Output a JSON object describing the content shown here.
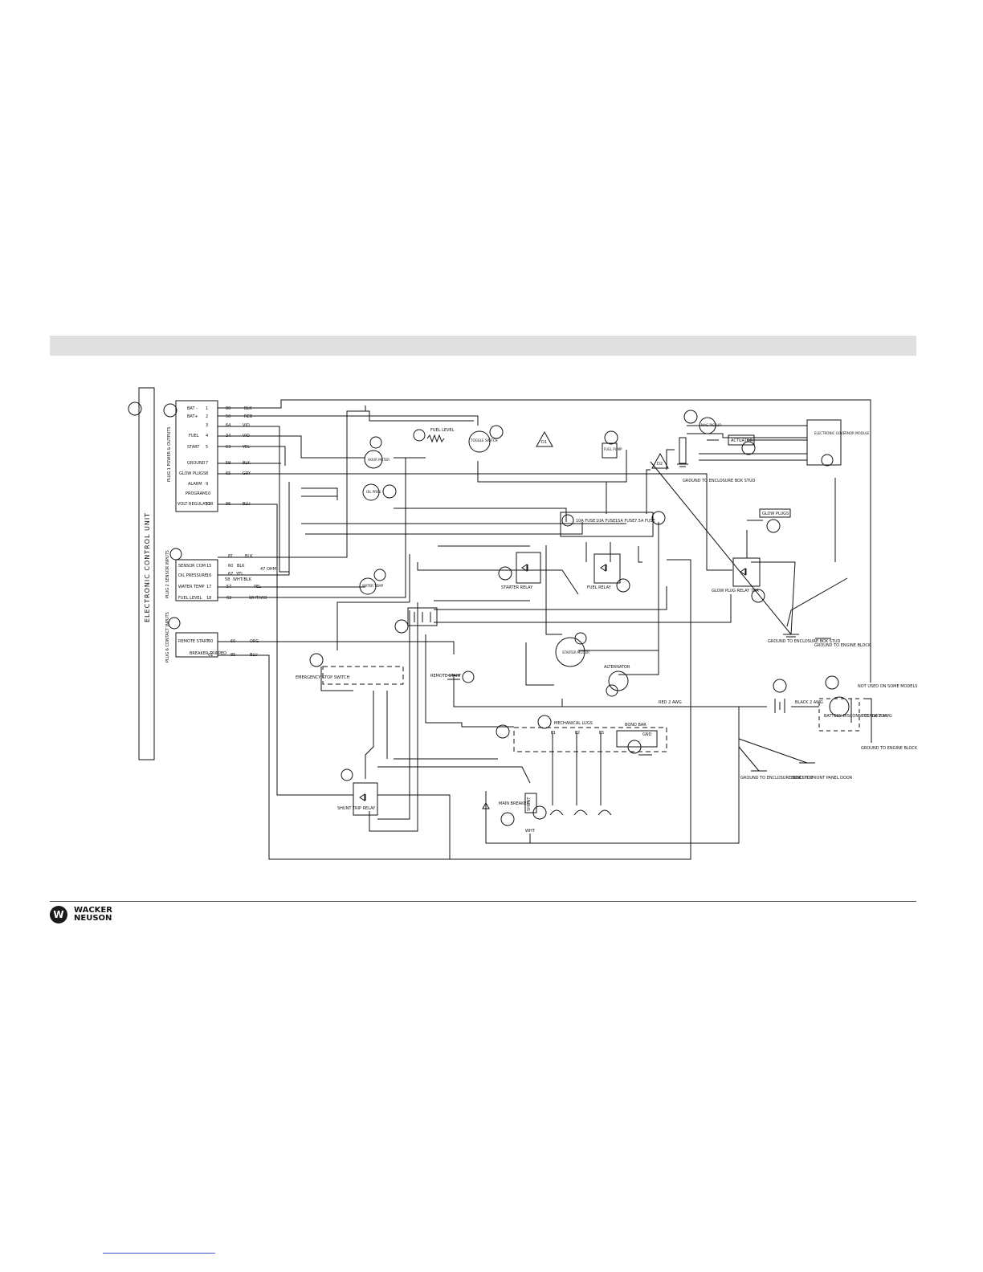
{
  "diagram": {
    "ecu_label": "ELECTRONIC CONTROL UNIT",
    "plug1_label": "PLUG 1 POWER & OUTPUTS",
    "plug1_pins": [
      {
        "name": "BAT -",
        "num": "1",
        "wire": "80",
        "color": "BLK"
      },
      {
        "name": "BAT+",
        "num": "2",
        "wire": "50",
        "color": "RED"
      },
      {
        "name": "",
        "num": "3",
        "wire": "64",
        "color": "VIO"
      },
      {
        "name": "FUEL",
        "num": "4",
        "wire": "34",
        "color": "VIO"
      },
      {
        "name": "START",
        "num": "5",
        "wire": "63",
        "color": "YEL"
      },
      {
        "name": "GROUND",
        "num": "7",
        "wire": "59",
        "color": "BLK"
      },
      {
        "name": "GLOW PLUGS",
        "num": "8",
        "wire": "65",
        "color": "GRY"
      },
      {
        "name": "ALARM",
        "num": "9",
        "wire": "",
        "color": ""
      },
      {
        "name": "PROGRAM",
        "num": "10",
        "wire": "",
        "color": ""
      },
      {
        "name": "VOLT REGULATOR",
        "num": "11",
        "wire": "86",
        "color": "BLU"
      }
    ],
    "plug2_label": "PLUG 2 SENSOR INPUTS",
    "plug2_pins": [
      {
        "name": "SENSOR COM",
        "num": "15",
        "wire": "81",
        "color": "BLK"
      },
      {
        "name": "OIL PRESSURE",
        "num": "16",
        "wire": "67",
        "color": "YEL"
      },
      {
        "name": "",
        "num": "",
        "wire": "58",
        "color": "WHT/BLK"
      },
      {
        "name": "WATER TEMP",
        "num": "17",
        "wire": "57",
        "color": "YEL"
      },
      {
        "name": "FUEL LEVEL",
        "num": "18",
        "wire": "62",
        "color": "WHT/VIO"
      }
    ],
    "plug2_extra": [
      "60",
      "BLK",
      "47 OHM"
    ],
    "plug6_label": "PLUG 6 CONTACT INPUTS",
    "plug6_pins": [
      {
        "name": "REMOTE START",
        "num": "60",
        "wire": "60",
        "color": "ORG"
      },
      {
        "name": "BREAKER TRIPPED",
        "num": "61",
        "wire": "85",
        "color": "BLU"
      }
    ],
    "components": {
      "fuel_meter": "HOUR METER",
      "fuel_level": "FUEL LEVEL",
      "toggle_switch": "TOGGLE SWITCH",
      "oil_press": "OIL PRES",
      "water_temp": "WATER TEMP",
      "fuel_pump": "FUEL PUMP",
      "mag_pickup": "MAG PICKUP",
      "actuator": "ACTUATOR",
      "governor": "ELECTRONIC GOVERNOR MODULE",
      "fuses": [
        "10A FUSE",
        "10A FUSE",
        "15A FUSE",
        "7.5A FUSE"
      ],
      "glow_plugs": "GLOW PLUGS",
      "starter_relay": "STARTER RELAY",
      "fuel_relay": "FUEL RELAY",
      "glow_relay": "GLOW PLUG RELAY 70A",
      "starter_motor": "STARTER MOTOR",
      "alternator": "ALTERNATOR",
      "emergency_stop": "EMERGENCY STOP SWITCH",
      "remote_start": "REMOTE START",
      "shunt_trip": "SHUNT TRIP RELAY",
      "mechanical_lugs": "MECHANICAL LUGS",
      "bond_bar": "BOND BAR",
      "main_breaker": "MAIN BREAKER",
      "battery_disconnect": "BATTERY DISCONNECT SWITCH",
      "not_used": "NOT USED ON SOME MODELS",
      "ground_enclosure_top": "GROUND TO ENCLOSURE BOX STUD",
      "ground_enclosure_mid": "GROUND TO ENCLOSURE BOX STUD",
      "ground_engine_block": "GROUND TO ENGINE BLOCK",
      "ground_engine_block2": "GROUND TO ENGINE BLOCK",
      "ground_enclosure_low": "GROUND TO ENCLOSURE BOX STUD",
      "bond_front_panel": "BOND TO FRONT PANEL DOOR",
      "black_2awg": "BLACK 2 AWG",
      "black_2awg_2": "BLACK 2 AWG",
      "red_2awg": "RED 2 AWG",
      "lug_labels": [
        "L1",
        "L2",
        "L3"
      ],
      "warning_d1": "D1",
      "warning_d2": "D2",
      "gnd": "GND",
      "shunt": "SHUNT",
      "wht": "WHT"
    }
  },
  "brand": {
    "line1": "WACKER",
    "line2": "NEUSON",
    "mark": "W"
  }
}
